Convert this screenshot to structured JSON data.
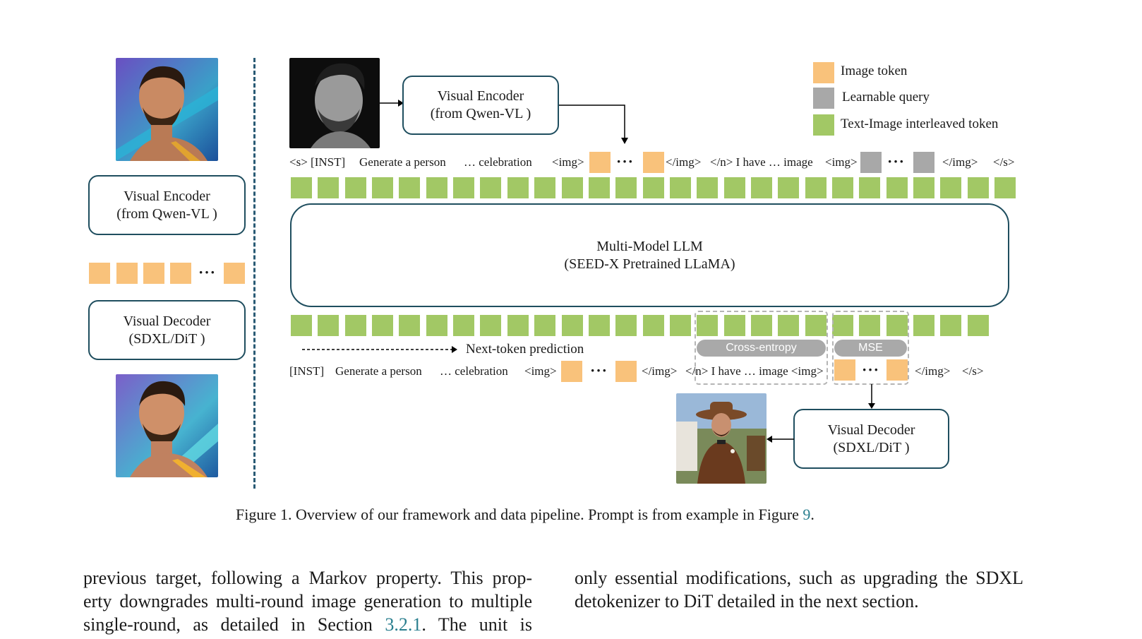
{
  "legend": {
    "items": [
      {
        "label": "Image token",
        "color": "#f9c27b"
      },
      {
        "label": "Learnable query",
        "color": "#a8a8a8"
      },
      {
        "label": "Text-Image interleaved token",
        "color": "#a2c865"
      }
    ]
  },
  "left_panel": {
    "encoder": {
      "line1": "Visual Encoder",
      "line2": "(from Qwen-VL )"
    },
    "decoder": {
      "line1": "Visual Decoder",
      "line2": "(SDXL/DiT )"
    },
    "dots": "···"
  },
  "top_encoder": {
    "line1": "Visual Encoder",
    "line2": "(from Qwen-VL )"
  },
  "input_sequence": {
    "s_inst": "<s> [INST]",
    "generate": "Generate a person",
    "ellipsis_celebration": "…  celebration",
    "img_open": "<img>",
    "dots": "···",
    "img_close": "</img>",
    "n_ihave": "</n> I have … image",
    "img_open2": "<img>",
    "dots2": "···",
    "img_close2": "</img>",
    "s_close": "</s>"
  },
  "llm": {
    "line1": "Multi-Model LLM",
    "line2": "(SEED-X Pretrained LLaMA)"
  },
  "next_token": "Next-token prediction",
  "losses": {
    "ce": "Cross-entropy",
    "mse": "MSE"
  },
  "output_sequence": {
    "inst": "[INST]",
    "generate": "Generate a person",
    "ellipsis_celebration": "…  celebration",
    "img_open": "<img>",
    "dots": "···",
    "img_close": "</img>",
    "n_ihave": "</n> I have … image <img>",
    "dots2": "···",
    "img_close2": "</img>",
    "s_close": "</s>"
  },
  "bottom_decoder": {
    "line1": "Visual Decoder",
    "line2": "(SDXL/DiT )"
  },
  "caption": {
    "text": "Figure 1. Overview of our framework and data pipeline. Prompt is from example in Figure ",
    "ref": "9",
    "end": "."
  },
  "body": {
    "left_line1": "previous target, following a Markov property.  This prop-",
    "left_line2": "erty downgrades multi-round image generation to multiple",
    "left_line3_a": "single-round, as detailed in Section ",
    "left_line3_ref": "3.2.1",
    "left_line3_b": ". The unit is",
    "right_line1": "only essential modifications, such as upgrading the SDXL",
    "right_line2": "detokenizer to DiT detailed in the next section."
  }
}
